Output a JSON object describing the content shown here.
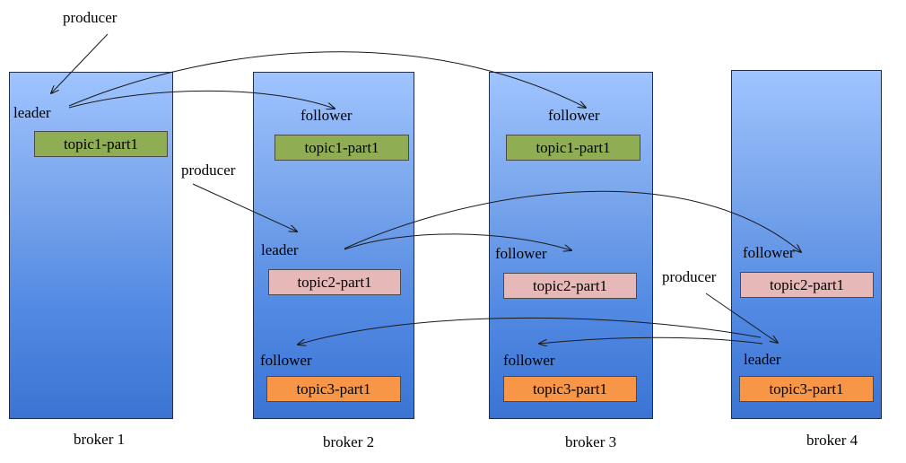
{
  "producer_label": "producer",
  "brokers": [
    {
      "name": "broker 1",
      "roles": {
        "topic1": "leader"
      }
    },
    {
      "name": "broker 2",
      "roles": {
        "topic1": "follower",
        "topic2": "leader",
        "topic3": "follower"
      }
    },
    {
      "name": "broker 3",
      "roles": {
        "topic1": "follower",
        "topic2": "follower",
        "topic3": "follower"
      }
    },
    {
      "name": "broker 4",
      "roles": {
        "topic2": "follower",
        "topic3": "leader"
      }
    }
  ],
  "partitions": {
    "topic1": "topic1-part1",
    "topic2": "topic2-part1",
    "topic3": "topic3-part1"
  },
  "colors": {
    "broker_top": "#9fc4ff",
    "broker_bottom": "#3b74d3",
    "topic1": "#8fae53",
    "topic2": "#e6b9b8",
    "topic3": "#f79646"
  }
}
